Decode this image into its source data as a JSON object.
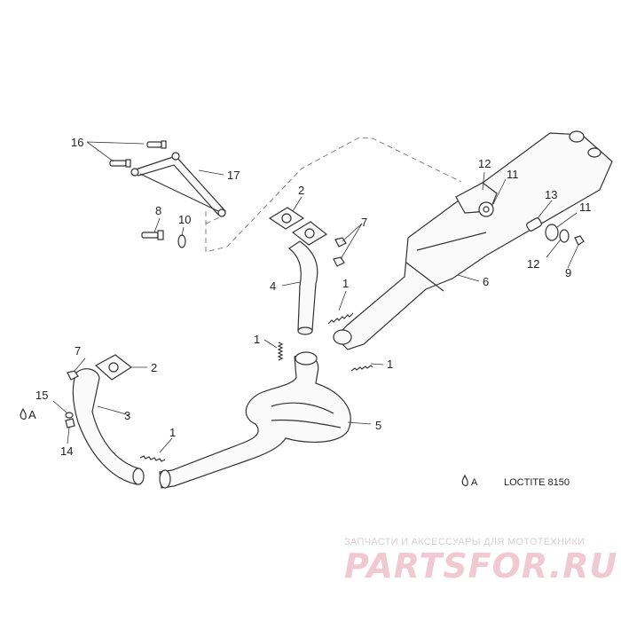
{
  "diagram": {
    "callouts": {
      "c1a": "1",
      "c1b": "1",
      "c1c": "1",
      "c1d": "1",
      "c2a": "2",
      "c2b": "2",
      "c3": "3",
      "c4": "4",
      "c5": "5",
      "c6": "6",
      "c7a": "7",
      "c7b": "7",
      "c8": "8",
      "c9": "9",
      "c10": "10",
      "c11a": "11",
      "c11b": "11",
      "c12a": "12",
      "c12b": "12",
      "c13": "13",
      "c14": "14",
      "c15": "15",
      "c16": "16",
      "c17": "17"
    },
    "marker_a_left": "A",
    "legend": {
      "marker": "A",
      "text": "LOCTITE 8150"
    }
  },
  "watermark": {
    "tagline": "ЗАПЧАСТИ И АКСЕССУАРЫ ДЛЯ МОТОТЕХНИКИ",
    "brand": "PARTSFOR.RU"
  }
}
